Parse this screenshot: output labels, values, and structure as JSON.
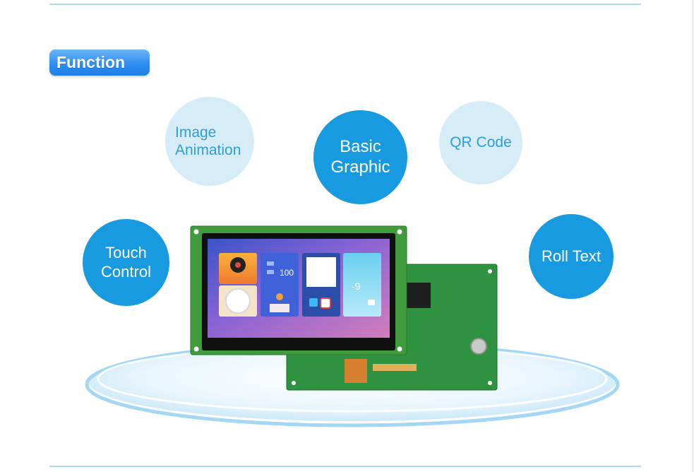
{
  "header": {
    "badge_label": "Function"
  },
  "features": {
    "image_animation": "Image\nAnimation",
    "basic_graphic": "Basic\nGraphic",
    "qr_code": "QR Code",
    "touch_control": "Touch\nControl",
    "roll_text": "Roll Text"
  },
  "screen": {
    "value_label": "100",
    "temperature_label": "-9"
  },
  "colors": {
    "accent_dark": "#179ae0",
    "accent_light": "#d6ecf7",
    "badge_blue": "#2e8ff0",
    "pcb_green": "#2f9240"
  }
}
